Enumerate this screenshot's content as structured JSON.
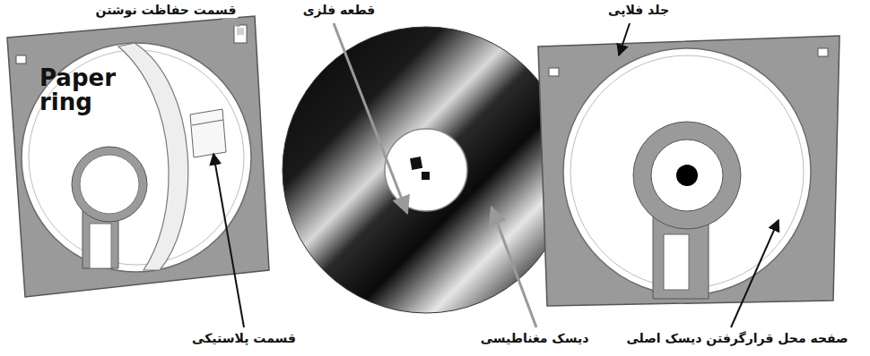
{
  "diagram": {
    "labels": [
      "قسمت حفاظت نوشتن",
      "قطعه فلزی",
      "جلد فلاپی",
      "Paper ring",
      "قسمت پلاستیکی",
      "دیسک مغناطیسی",
      "صفحه محل قرارگرفتن دیسک اصلی"
    ]
  }
}
